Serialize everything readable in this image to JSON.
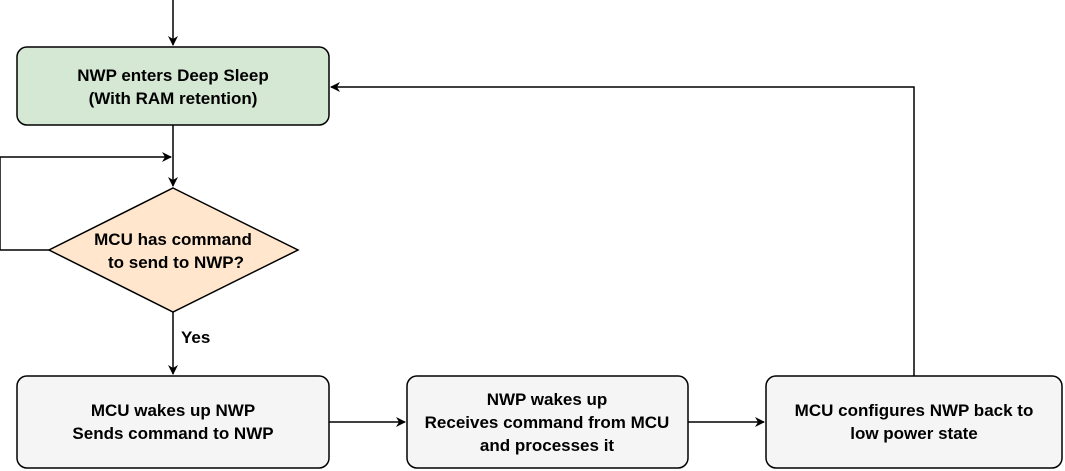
{
  "colors": {
    "start_fill": "#d5e8d4",
    "decision_fill": "#ffe6cc",
    "process_fill": "#f5f5f5",
    "stroke": "#000000"
  },
  "nodes": {
    "deep_sleep": {
      "line1": "NWP enters Deep Sleep",
      "line2": "(With RAM retention)"
    },
    "decision": {
      "line1": "MCU has command",
      "line2": "to send to NWP?"
    },
    "mcu_wakes": {
      "line1": "MCU wakes up NWP",
      "line2": "Sends command to NWP"
    },
    "nwp_wakes": {
      "line1": "NWP wakes up",
      "line2": "Receives command from MCU",
      "line3": "and processes it"
    },
    "mcu_configures": {
      "line1": "MCU configures NWP back to",
      "line2": "low power state"
    }
  },
  "edges": {
    "yes_label": "Yes"
  }
}
